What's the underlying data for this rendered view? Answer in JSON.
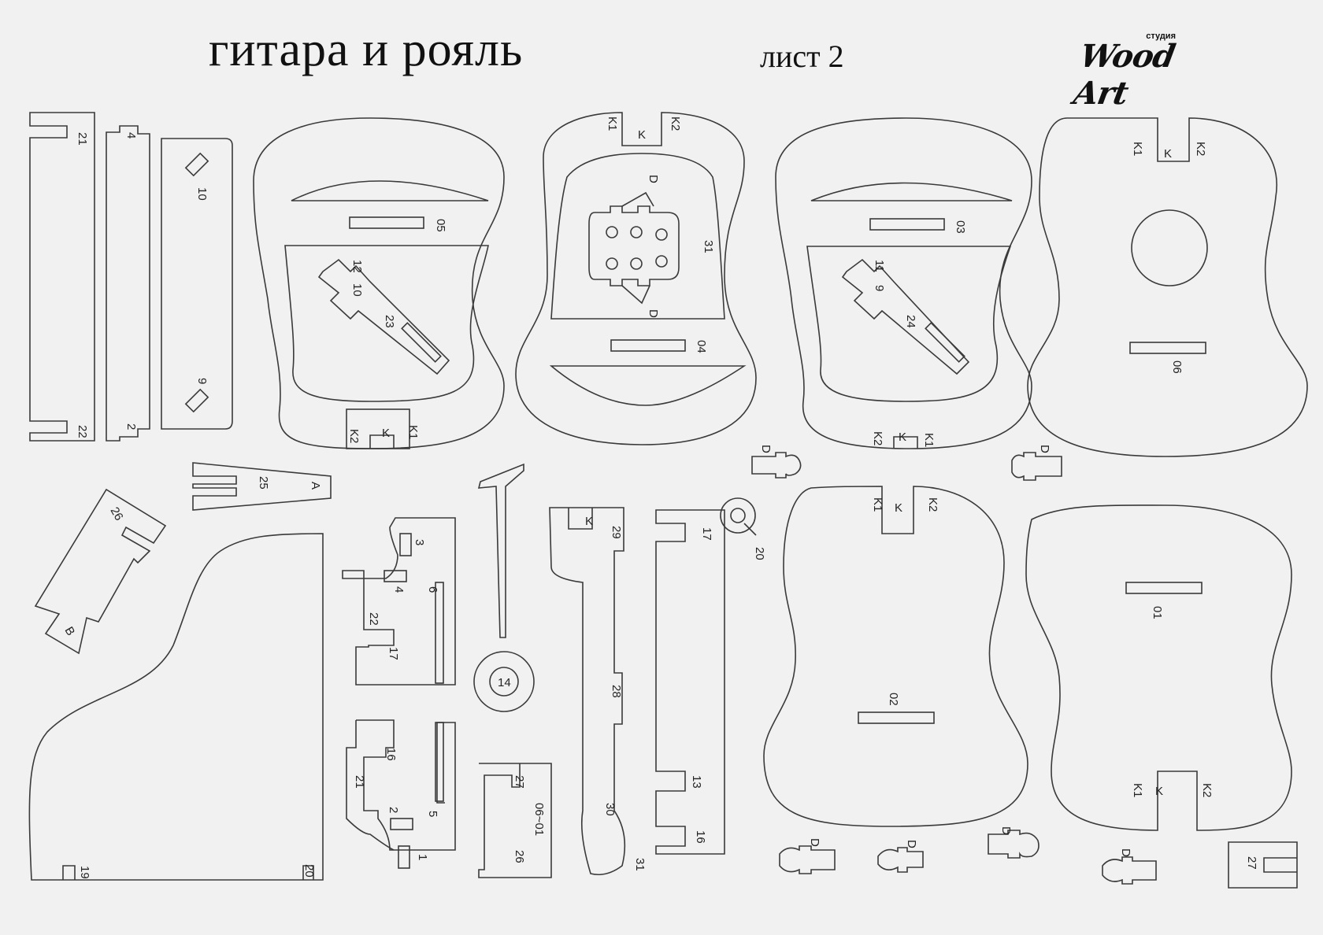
{
  "header": {
    "title": "гитара и рояль",
    "sheet": "лист 2",
    "logo_studio": "студия",
    "logo_name": "Wood Art"
  },
  "labels": {
    "l21a": "21",
    "l22a": "22",
    "l4": "4",
    "l2": "2",
    "l10": "10",
    "l9": "9",
    "l05": "05",
    "l12": "12",
    "l10b": "10",
    "l23": "23",
    "k1a": "K1",
    "ka": "K",
    "k2a": "K2",
    "k1b": "K1",
    "kb": "K",
    "k2b": "K2",
    "dA": "D",
    "dB": "D",
    "l31": "31",
    "l04": "04",
    "l03": "03",
    "l11": "11",
    "l9b": "9",
    "l24": "24",
    "k1c": "K1",
    "kc": "K",
    "k2c": "K2",
    "k1d": "K1",
    "kd": "K",
    "k2d": "K2",
    "l06": "06",
    "d1": "D",
    "d2": "D",
    "l25": "25",
    "lA": "A",
    "l26": "26",
    "lB": "B",
    "l19": "19",
    "l20": "20",
    "l3": "3",
    "l4b": "4",
    "l6": "6",
    "l22b": "22",
    "l17": "17",
    "l16": "16",
    "l21b": "21",
    "l2b": "2",
    "l5": "5",
    "l1": "1",
    "l14": "14",
    "l27": "27",
    "l0601": "06~01",
    "l26b": "26",
    "kE": "K",
    "l29": "29",
    "l28": "28",
    "l30": "30",
    "l31b": "31",
    "l17b": "17",
    "l20b": "20",
    "l13": "13",
    "l16b": "16",
    "k1e": "K1",
    "ke": "K",
    "k2e": "K2",
    "l02": "02",
    "l01": "01",
    "k1f": "K1",
    "kf": "K",
    "k2f": "K2",
    "d3": "D",
    "d4": "D",
    "d5": "D",
    "d6": "D",
    "l27b": "27"
  }
}
